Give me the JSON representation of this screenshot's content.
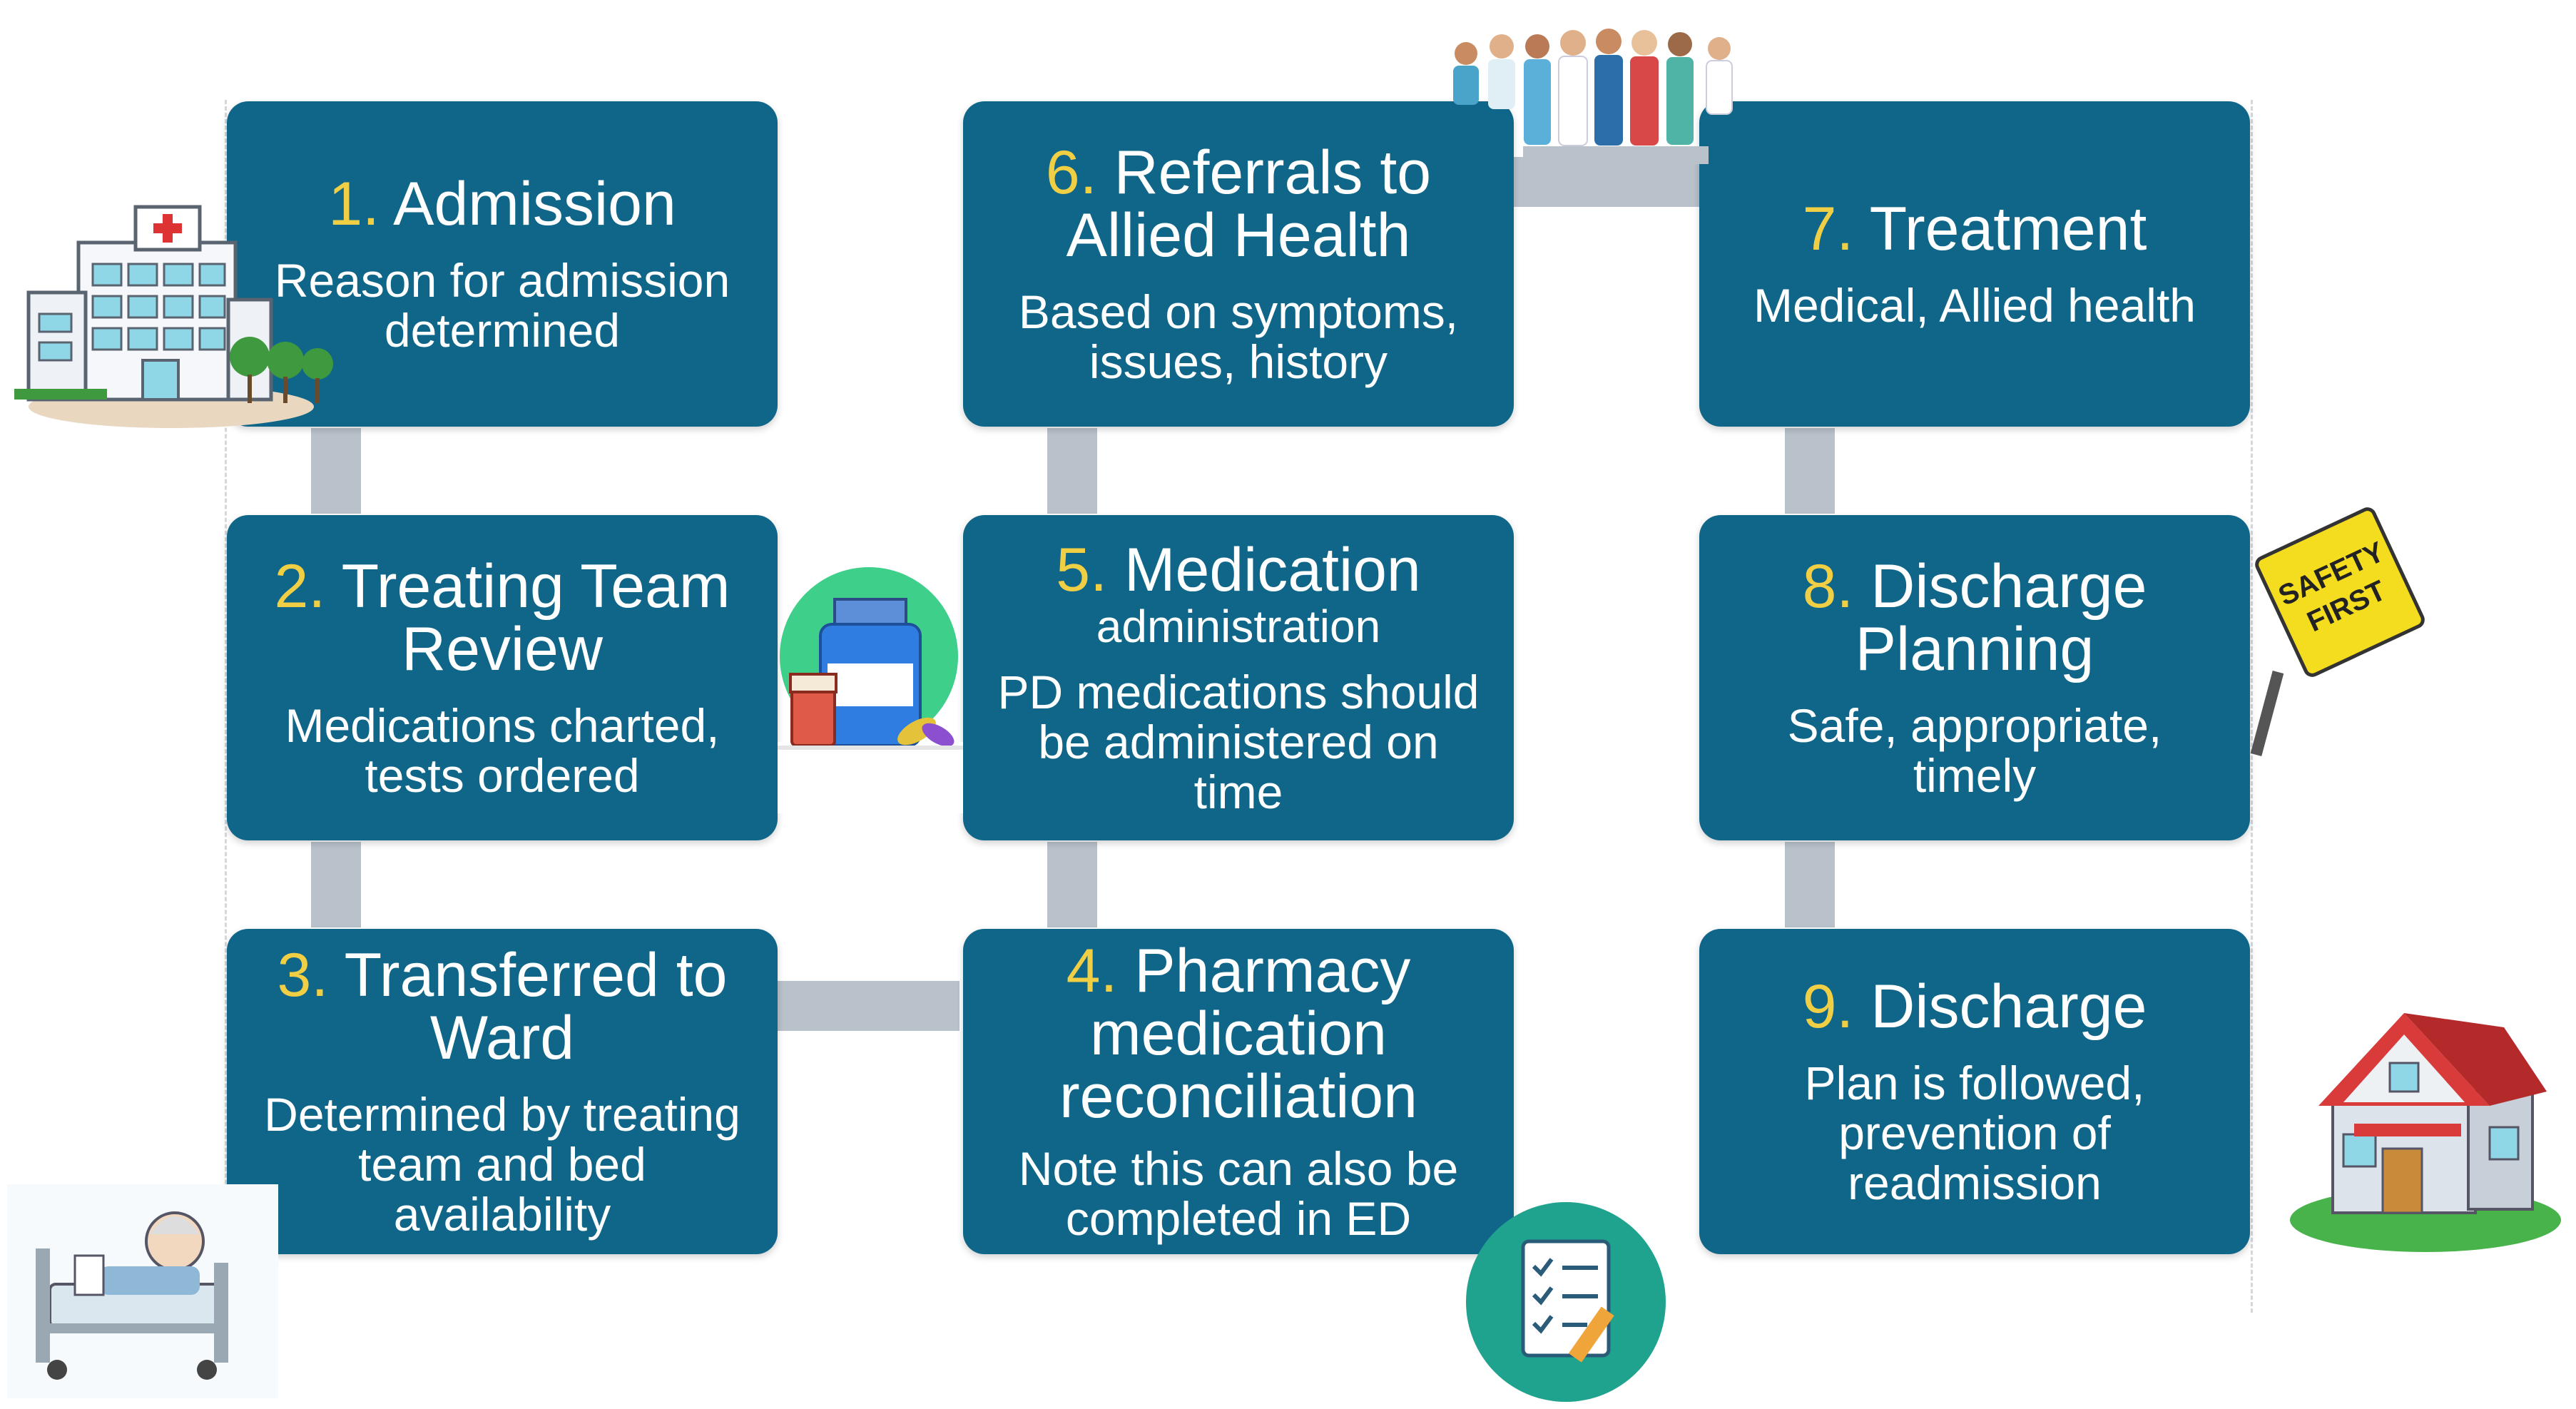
{
  "colors": {
    "box": "#0f6688",
    "number": "#f1cf45",
    "text": "#ffffff",
    "connector": "#b9c1cb"
  },
  "steps": [
    {
      "num": "1.",
      "title": "Admission",
      "subtitle": "",
      "desc": "Reason for admission determined"
    },
    {
      "num": "2.",
      "title": "Treating Team Review",
      "subtitle": "",
      "desc": "Medications charted, tests ordered"
    },
    {
      "num": "3.",
      "title": "Transferred to Ward",
      "subtitle": "",
      "desc": "Determined by treating team and bed availability"
    },
    {
      "num": "4.",
      "title": "Pharmacy medication reconciliation",
      "subtitle": "",
      "desc": "Note this can also be completed in ED"
    },
    {
      "num": "5.",
      "title": "Medication",
      "subtitle": "administration",
      "desc": "PD medications should be administered on time"
    },
    {
      "num": "6.",
      "title": "Referrals to Allied Health",
      "subtitle": "",
      "desc": "Based on symptoms, issues, history"
    },
    {
      "num": "7.",
      "title": "Treatment",
      "subtitle": "",
      "desc": "Medical, Allied health"
    },
    {
      "num": "8.",
      "title": "Discharge Planning",
      "subtitle": "",
      "desc": "Safe, appropriate, timely"
    },
    {
      "num": "9.",
      "title": "Discharge",
      "subtitle": "",
      "desc": "Plan is followed, prevention of readmission"
    }
  ],
  "icons": {
    "hospital": "hospital-icon",
    "medicine": "medicine-bottle-icon",
    "patient": "patient-bed-icon",
    "staff": "healthcare-staff-icon",
    "checklist": "checklist-icon",
    "safety": "safety-first-sign-icon",
    "house": "house-icon"
  },
  "sign_text": [
    "SAFETY",
    "FIRST"
  ]
}
